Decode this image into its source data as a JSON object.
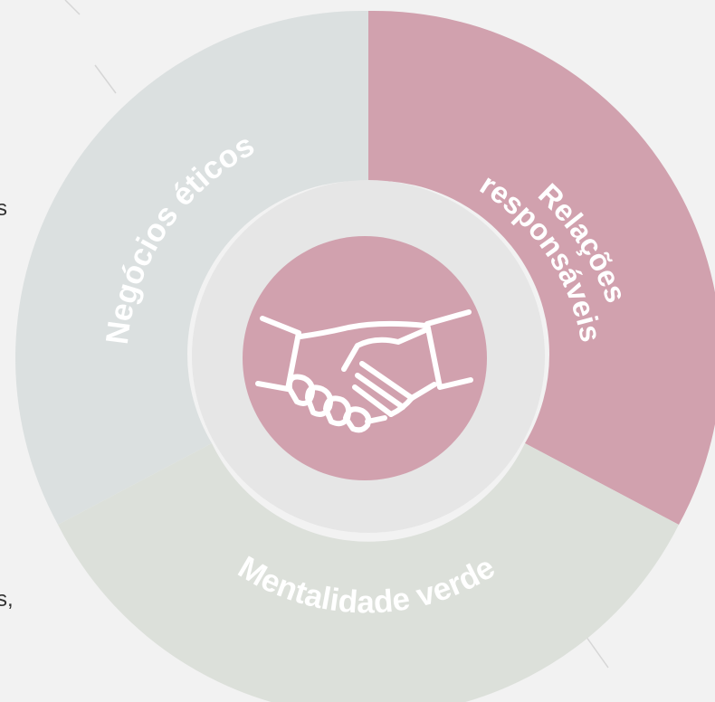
{
  "diagram": {
    "segments": [
      {
        "id": "negocios-eticos",
        "label": "Negócios éticos",
        "color": "#dbe0e0"
      },
      {
        "id": "relacoes-responsaveis",
        "label_line1": "Relações",
        "label_line2": "responsáveis",
        "color": "#d1a1ae"
      },
      {
        "id": "mentalidade-verde",
        "label": "Mentalidade verde",
        "color": "#dce0da"
      }
    ],
    "hub": {
      "ring_color": "#e6e6e6",
      "center_color": "#d1a1ae",
      "icon": "handshake-icon"
    }
  },
  "page_fragments": {
    "left_top": "s",
    "left_bottom": "s,"
  }
}
